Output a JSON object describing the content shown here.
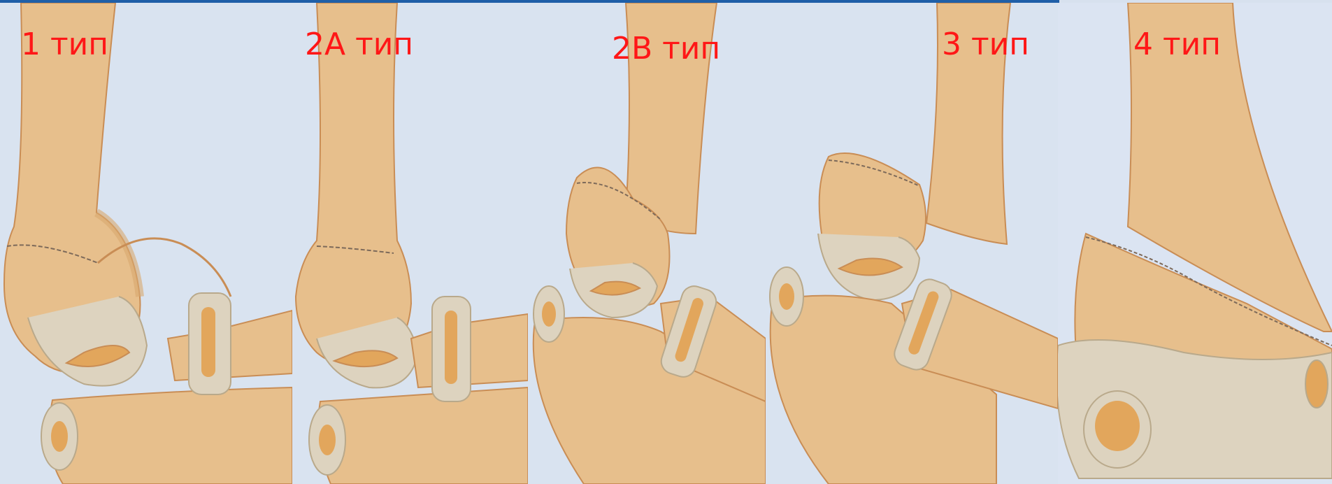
{
  "colors": {
    "background": "#d9e3f0",
    "bone_fill": "#e7bf8c",
    "bone_shadow": "#d8a86e",
    "bone_outline": "#c98d55",
    "cartilage": "#ddd3bf",
    "fracture_line": "#7d6a5a",
    "label_color": "#ff1717"
  },
  "types": [
    {
      "label": "1 тип"
    },
    {
      "label": "2А тип"
    },
    {
      "label": "2В тип"
    },
    {
      "label": "3 тип"
    },
    {
      "label": "4 тип"
    }
  ]
}
